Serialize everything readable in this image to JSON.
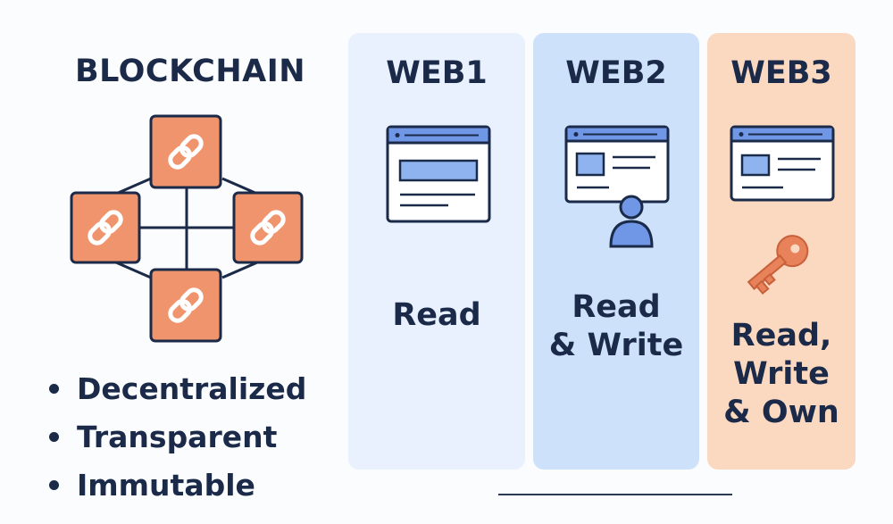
{
  "blockchain": {
    "title": "BLOCKCHAIN",
    "node_icon": "chain-link-icon",
    "features": [
      "Decentralized",
      "Transparent",
      "Immutable"
    ]
  },
  "columns": [
    {
      "title": "WEB1",
      "caption_lines": [
        "Read"
      ],
      "icon": "browser-window-icon",
      "bg": "#e8f1fd"
    },
    {
      "title": "WEB2",
      "caption_lines": [
        "Read",
        "& Write"
      ],
      "icon": "browser-window-with-user-icon",
      "bg": "#cde2fa"
    },
    {
      "title": "WEB3",
      "caption_lines": [
        "Read,",
        "Write",
        "& Own"
      ],
      "icon": "browser-window-with-key-icon",
      "bg": "#fbd9c1"
    }
  ],
  "colors": {
    "text": "#1b2a49",
    "block_fill": "#ef946c",
    "window_header": "#6f97e6",
    "window_block": "#8eb3ef",
    "key": "#e8825a"
  }
}
